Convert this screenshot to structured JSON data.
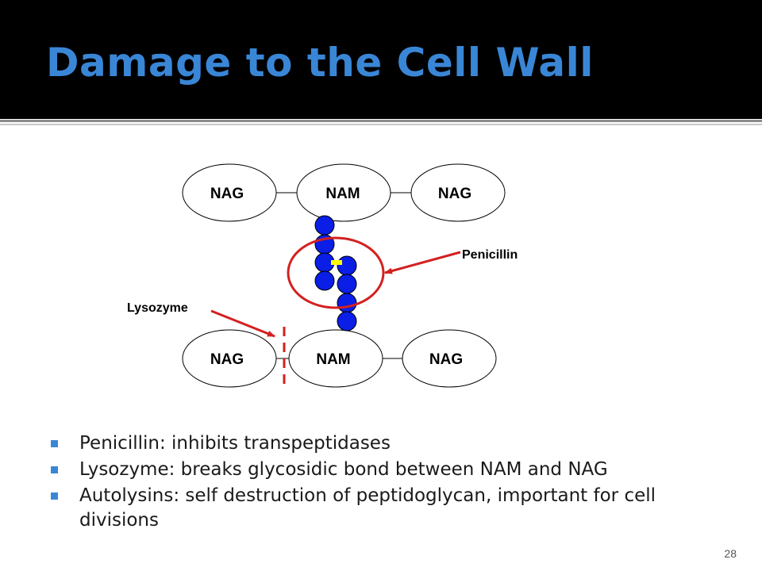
{
  "slide": {
    "title": "Damage to the Cell Wall",
    "page_number": "28"
  },
  "diagram": {
    "top_row": [
      "NAG",
      "NAM",
      "NAG"
    ],
    "bottom_row": [
      "NAG",
      "NAM",
      "NAG"
    ],
    "label_penicillin": "Penicillin",
    "label_lysozyme": "Lysozyme"
  },
  "bullets": [
    "Penicillin: inhibits transpeptidases",
    "Lysozyme: breaks glycosidic bond between NAM and NAG",
    "Autolysins: self destruction of peptidoglycan, important for cell divisions"
  ],
  "colors": {
    "title": "#3a86d6",
    "bead": "#0a1ee6",
    "arrow": "#d42020",
    "peptide_bond": "#ffff00",
    "bullet": "#3a86d6"
  }
}
